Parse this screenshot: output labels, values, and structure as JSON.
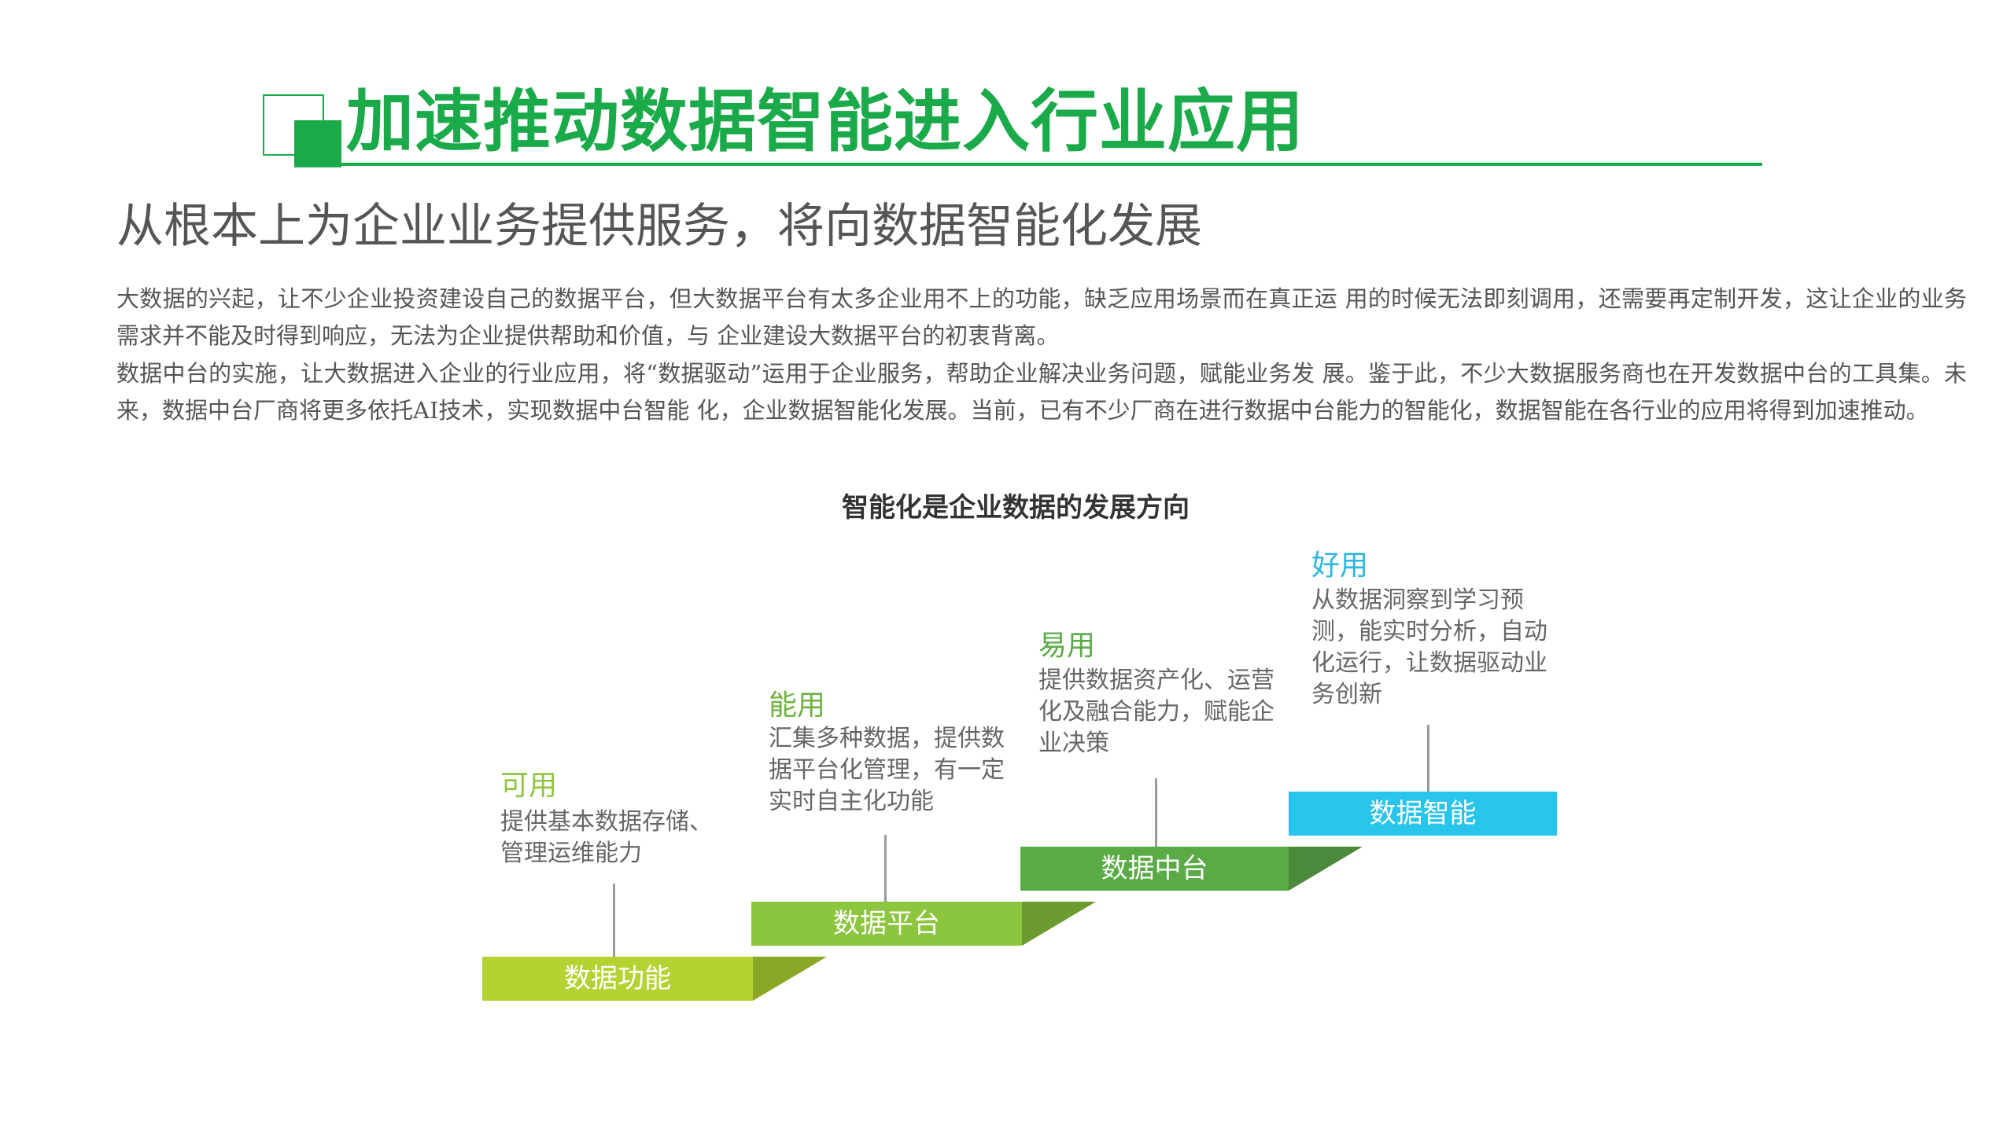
{
  "header": {
    "title": "加速推动数据智能进入行业应用",
    "subtitle": "从根本上为企业业务提供服务，将向数据智能化发展"
  },
  "body": {
    "paragraph1": "大数据的兴起，让不少企业投资建设自己的数据平台，但大数据平台有太多企业用不上的功能，缺乏应用场景而在真正运 用的时候无法即刻调用，还需要再定制开发，这让企业的业务需求并不能及时得到响应，无法为企业提供帮助和价值，与 企业建设大数据平台的初衷背离。",
    "paragraph2": "数据中台的实施，让大数据进入企业的行业应用，将“数据驱动”运用于企业服务，帮助企业解决业务问题，赋能业务发 展。鉴于此，不少大数据服务商也在开发数据中台的工具集。未来，数据中台厂商将更多依托AI技术，实现数据中台智能 化，企业数据智能化发展。当前，已有不少厂商在进行数据中台能力的智能化，数据智能在各行业的应用将得到加速推动。"
  },
  "diagram": {
    "title": "智能化是企业数据的发展方向",
    "steps": [
      {
        "heading": "可用",
        "description": "提供基本数据存储、管理运维能力",
        "bar_label": "数据功能",
        "color": "#b4d332",
        "shadow": "#8aa826",
        "heading_color": "#8cc63f"
      },
      {
        "heading": "能用",
        "description": "汇集多种数据，提供数据平台化管理，有一定实时自主化功能",
        "bar_label": "数据平台",
        "color": "#8cc63f",
        "shadow": "#6b9a2e",
        "heading_color": "#6cb33f"
      },
      {
        "heading": "易用",
        "description": "提供数据资产化、运营化及融合能力，赋能企业决策",
        "bar_label": "数据中台",
        "color": "#5aab46",
        "shadow": "#4a8a3a",
        "heading_color": "#5aab46"
      },
      {
        "heading": "好用",
        "description": "从数据洞察到学习预测，能实时分析，自动化运行，让数据驱动业务创新",
        "bar_label": "数据智能",
        "color": "#29c4ec",
        "shadow": "#1f9dc0",
        "heading_color": "#29b6e0"
      }
    ]
  }
}
